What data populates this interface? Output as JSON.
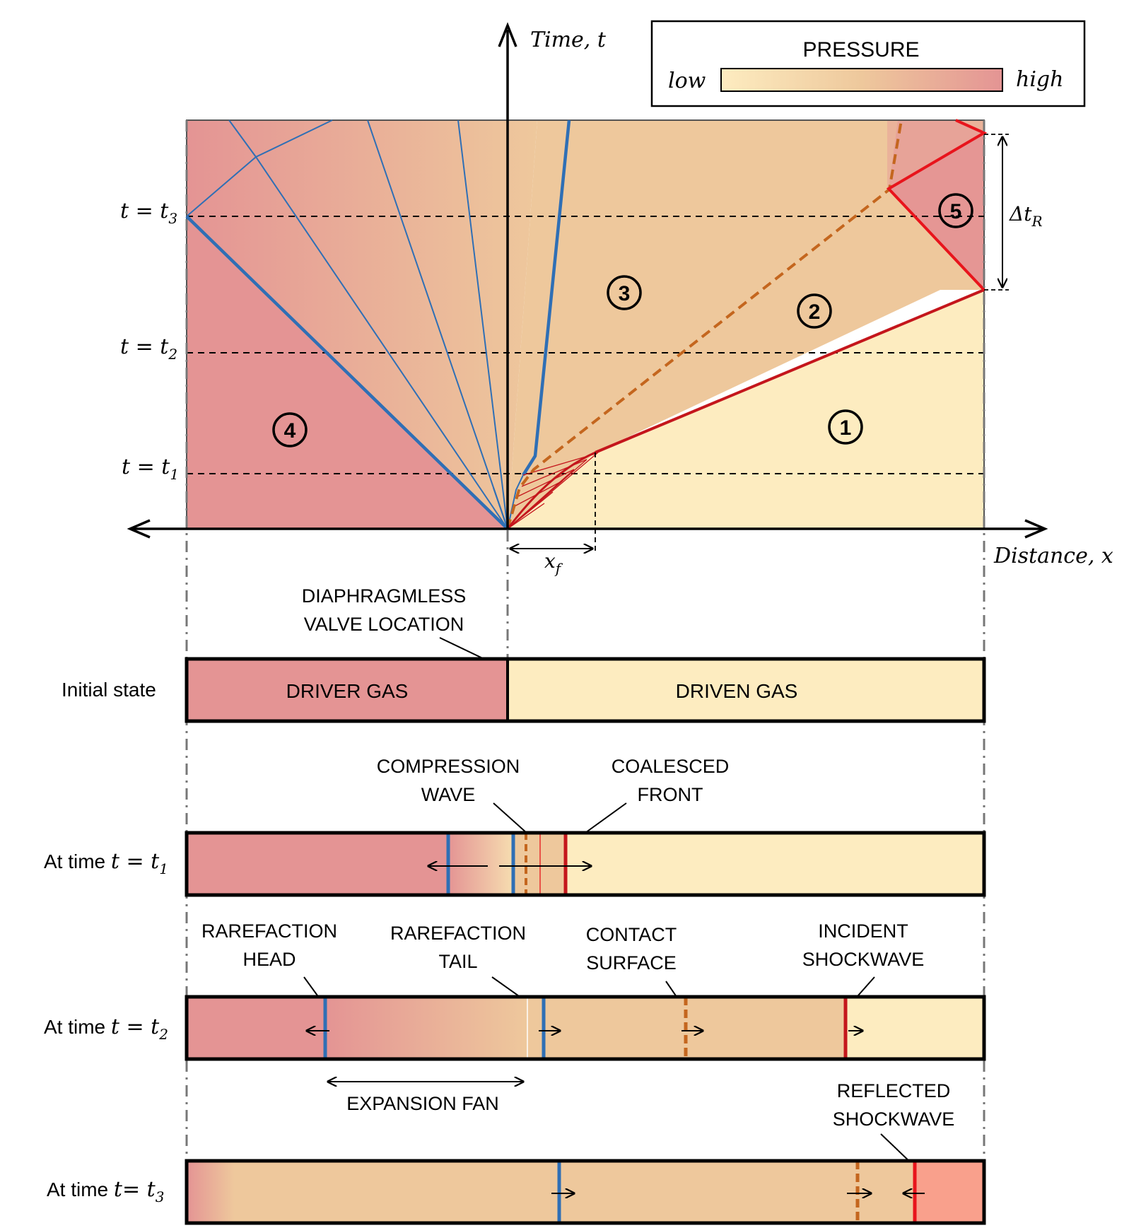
{
  "colors": {
    "low": "#FDECC0",
    "mid": "#EEC89C",
    "high": "#E49494",
    "reflected": "#F9A08C",
    "rarefaction": "#2F6FB5",
    "contact": "#C4661E",
    "shock": "#E8141C",
    "shock_dark": "#C4161C"
  },
  "axes": {
    "time_label": "Time, t",
    "distance_label": "Distance, x"
  },
  "legend": {
    "title": "PRESSURE",
    "low": "low",
    "high": "high"
  },
  "times": {
    "t3": "t = t3",
    "t2": "t = t2",
    "t1": "t = t1"
  },
  "regions": [
    "1",
    "2",
    "3",
    "4",
    "5"
  ],
  "xf_label": "xf",
  "delta_t_label": "ΔtR",
  "valve": {
    "line1": "DIAPHRAGMLESS",
    "line2": "VALVE LOCATION"
  },
  "initial": {
    "row_label": "Initial state",
    "driver": "DRIVER GAS",
    "driven": "DRIVEN GAS"
  },
  "t1_row": {
    "row_label_prefix": "At time ",
    "row_label_var": "t = t1",
    "compression_line1": "COMPRESSION",
    "compression_line2": "WAVE",
    "coalesced_line1": "COALESCED",
    "coalesced_line2": "FRONT"
  },
  "t2_row": {
    "row_label_prefix": "At time ",
    "row_label_var": "t = t2",
    "head_line1": "RAREFACTION",
    "head_line2": "HEAD",
    "tail_line1": "RAREFACTION",
    "tail_line2": "TAIL",
    "contact_line1": "CONTACT",
    "contact_line2": "SURFACE",
    "incident_line1": "INCIDENT",
    "incident_line2": "SHOCKWAVE",
    "fan_label": "EXPANSION FAN"
  },
  "t3_row": {
    "row_label_prefix": "At time ",
    "row_label_var": "t= t3",
    "reflected_line1": "REFLECTED",
    "reflected_line2": "SHOCKWAVE"
  }
}
